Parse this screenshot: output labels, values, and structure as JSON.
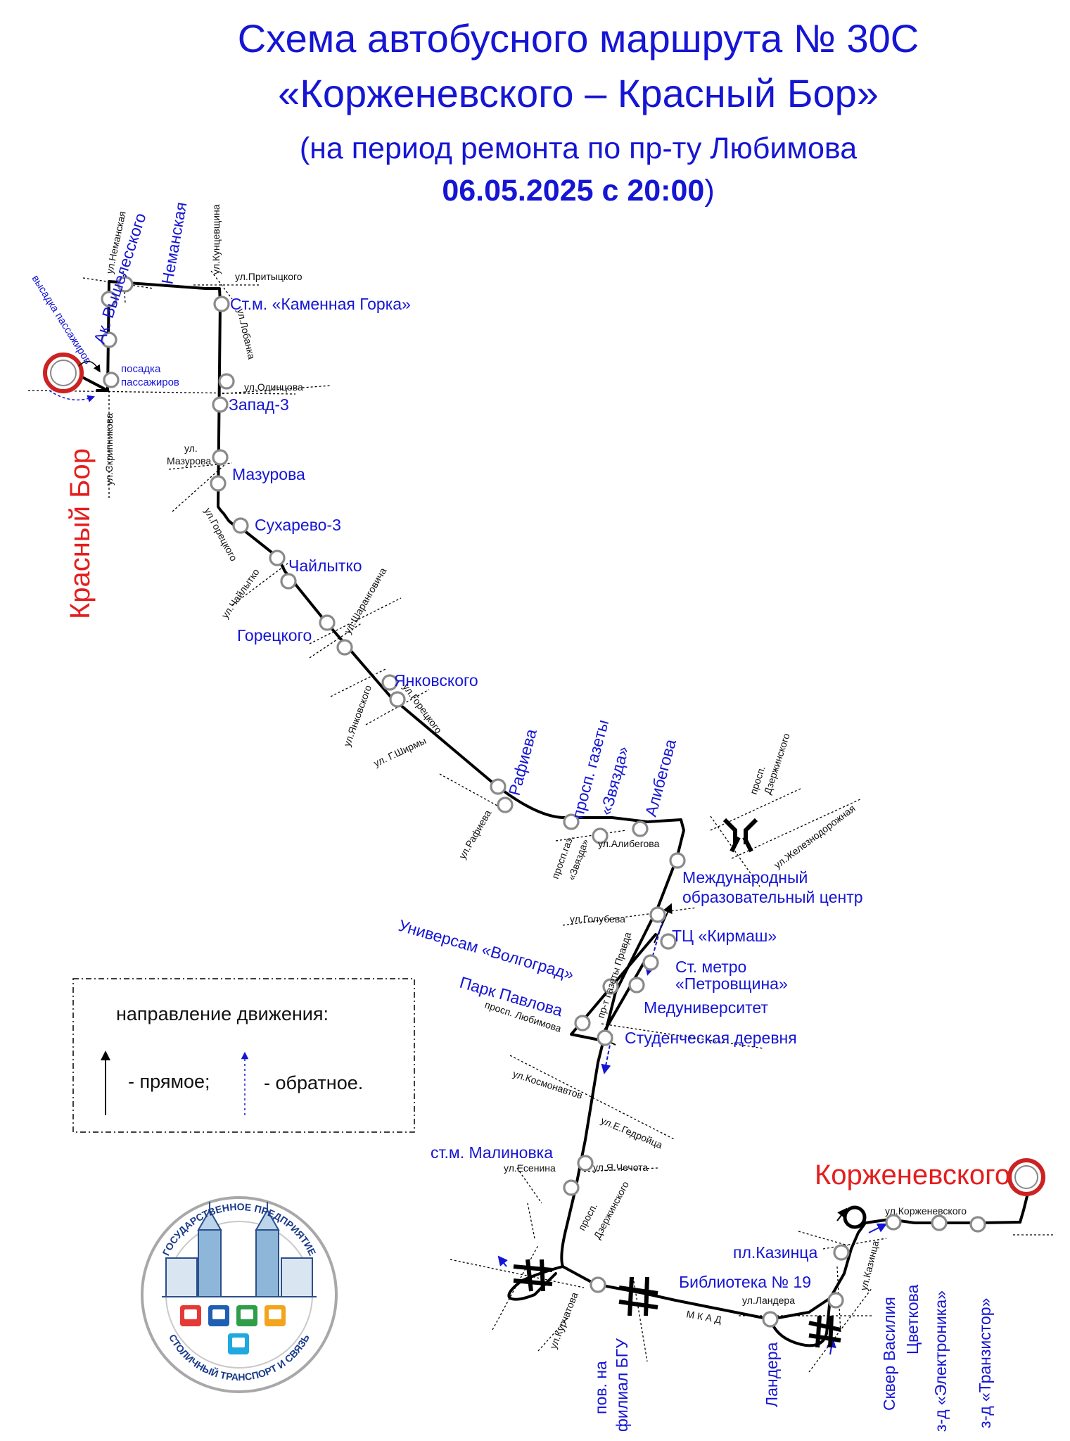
{
  "header": {
    "title_line1": "Схема автобусного маршрута № 30С",
    "title_line2": "«Корженевского – Красный Бор»",
    "subtitle_line1": "(на период ремонта по пр-ту Любимова",
    "subtitle_line2_date": "06.05.2025 с 20:00",
    "subtitle_line2_close": ")"
  },
  "terminals": {
    "start": "Корженевского",
    "end": "Красный Бор"
  },
  "stops": {
    "neманская": "Неманская",
    "vyshelesskogo": "Ак. Вышелесского",
    "kamennaya_gorka": "Ст.м. «Каменная Горка»",
    "zapad3": "Запад-3",
    "mazurova": "Мазурова",
    "suharevo3": "Сухарево-3",
    "chailytko": "Чайлытко",
    "goretskogo": "Горецкого",
    "yankovskogo": "Янковского",
    "rafieva": "Рафиева",
    "zvyazda_l1": "просп. газеты",
    "zvyazda_l2": "«Звязда»",
    "alibegova": "Алибегова",
    "mezhd_l1": "Международный",
    "mezhd_l2": "образовательный центр",
    "kirmash": "ТЦ «Кирмаш»",
    "petrovshchina_l1": "Ст. метро",
    "petrovshchina_l2": "«Петровщина»",
    "meduniversitet": "Медуниверситет",
    "volgograd": "Универсам «Волгоград»",
    "park_pavlova": "Парк Павлова",
    "stud_derevnya": "Студенческая деревня",
    "malinovka": "ст.м. Малиновка",
    "bgu_l1": "пов. на",
    "bgu_l2": "филиал БГУ",
    "biblioteka": "Библиотека № 19",
    "landera": "Ландера",
    "kazintsa": "пл.Казинца",
    "skver_l1": "Сквер Василия",
    "skver_l2": "Цветкова",
    "elektronika": "з-д «Электроника»",
    "tranzistor": "з-д «Транзистор»"
  },
  "streets": {
    "nemanskaya": "ул.Неманская",
    "kuntsevshchina": "ул.Кунцевщина",
    "pritytskogo": "ул.Притыцкого",
    "lobanka": "ул.Лобанка",
    "odintsova": "ул.Одинцова",
    "skripnikova": "ул.Скрипникова",
    "mazurova_l1": "ул.",
    "mazurova_l2": "Мазурова",
    "goretskogo": "ул.Горецкого",
    "chailytko": "ул.Чайлытко",
    "sharangovicha": "ул.Шаранговича",
    "yankovskogo": "ул.Янковского",
    "goretskogo2": "ул.Горецкого",
    "shirmy": "ул. Г.Ширмы",
    "rafieva": "ул.Рафиева",
    "zvyazda_l1": "просп.газ.",
    "zvyazda_l2": "«Звязда»",
    "alibegova": "ул.Алибегова",
    "dzerzhinskogo_l1": "просп.",
    "dzerzhinskogo_l2": "Дзержинского",
    "zheleznodorozhnaya": "ул.Железнодорожная",
    "golubeva": "ул.Голубева",
    "pravda": "пр-т Газеты Правда",
    "lyubimova": "просп. Любимова",
    "kosmonavtov": "ул.Космонавтов",
    "gedroitsa": "ул.Е.Гедройца",
    "esenina": "ул.Есенина",
    "chechota": "ул.Я.Чечота",
    "dzerzhinskogo2_l1": "просп.",
    "dzerzhinskogo2_l2": "Дзержинского",
    "kurchatova": "ул.Курчатова",
    "mkad": "М К А Д",
    "landera": "ул.Ландера",
    "kazintsa": "ул.Казинца",
    "korzhenevskogo": "ул.Корженевского"
  },
  "notes": {
    "boarding_l1": "посадка",
    "boarding_l2": "пассажиров",
    "alighting": "высадка пассажиров"
  },
  "legend": {
    "title": "направление движения:",
    "forward": "- прямое;",
    "backward": "- обратное."
  },
  "logo": {
    "top_text": "ГОСУДАРСТВЕННОЕ ПРЕДПРИЯТИЕ",
    "bottom_text": "СТОЛИЧНЫЙ ТРАНСПОРТ И СВЯЗЬ"
  },
  "colors": {
    "title": "#1515d4",
    "terminal": "#e41e1e",
    "route_line": "#000000",
    "stop_circle": "#8a8a8a",
    "reverse_arrow": "#1515d4"
  }
}
